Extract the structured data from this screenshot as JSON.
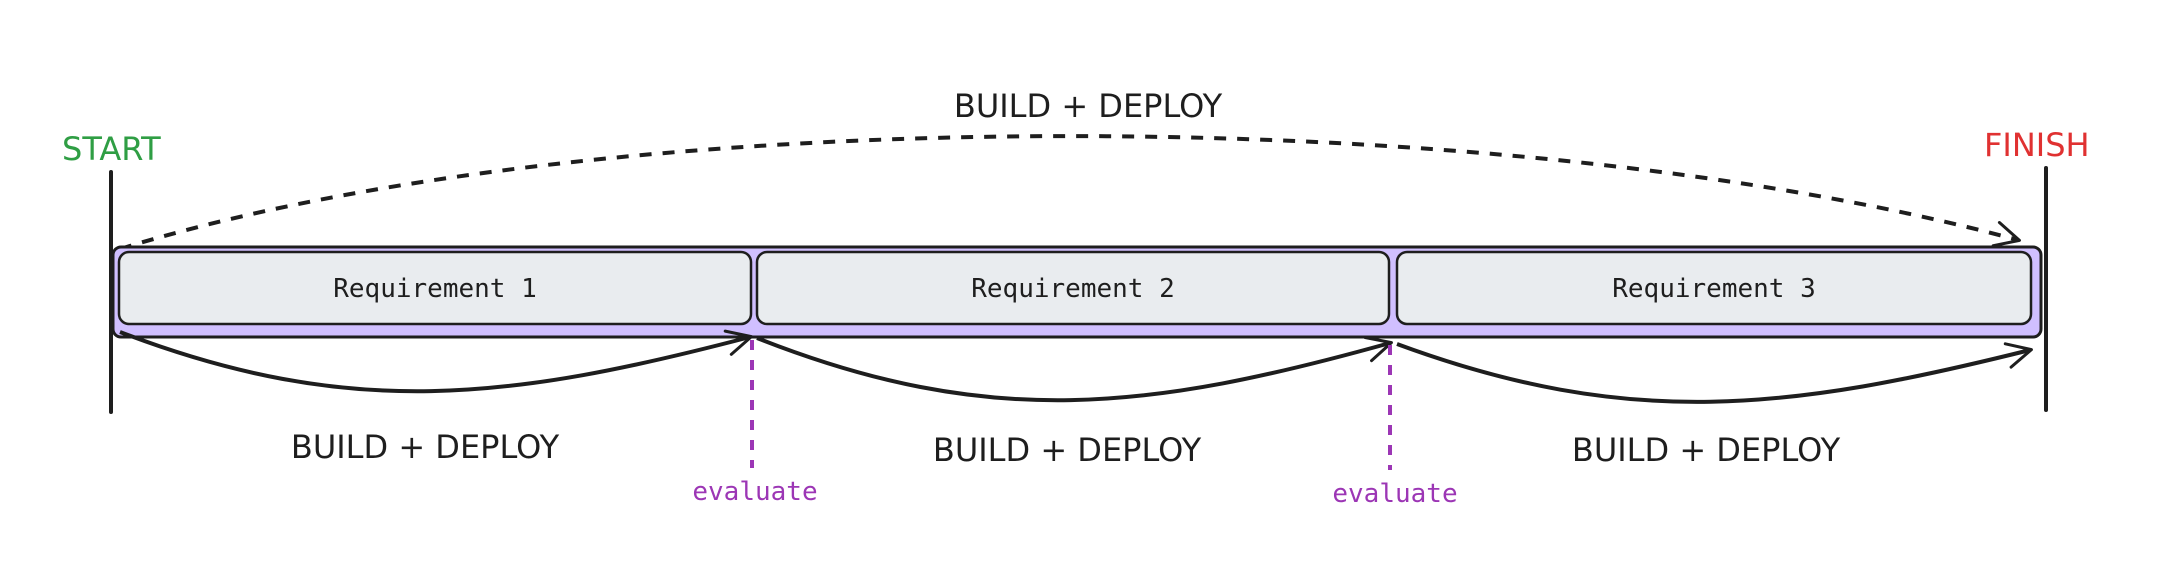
{
  "labels": {
    "start": "START",
    "finish": "FINISH",
    "top_arc": "BUILD + DEPLOY",
    "evaluate_1": "evaluate",
    "evaluate_2": "evaluate"
  },
  "requirements": [
    {
      "label": "Requirement 1",
      "arc_label": "BUILD + DEPLOY"
    },
    {
      "label": "Requirement 2",
      "arc_label": "BUILD + DEPLOY"
    },
    {
      "label": "Requirement 3",
      "arc_label": "BUILD + DEPLOY"
    }
  ],
  "colors": {
    "start": "#2f9e44",
    "finish": "#e03131",
    "evaluate": "#9c36b5",
    "track_fill": "#d0bfff",
    "box_fill": "#e9ecef",
    "stroke": "#1e1e1e"
  }
}
